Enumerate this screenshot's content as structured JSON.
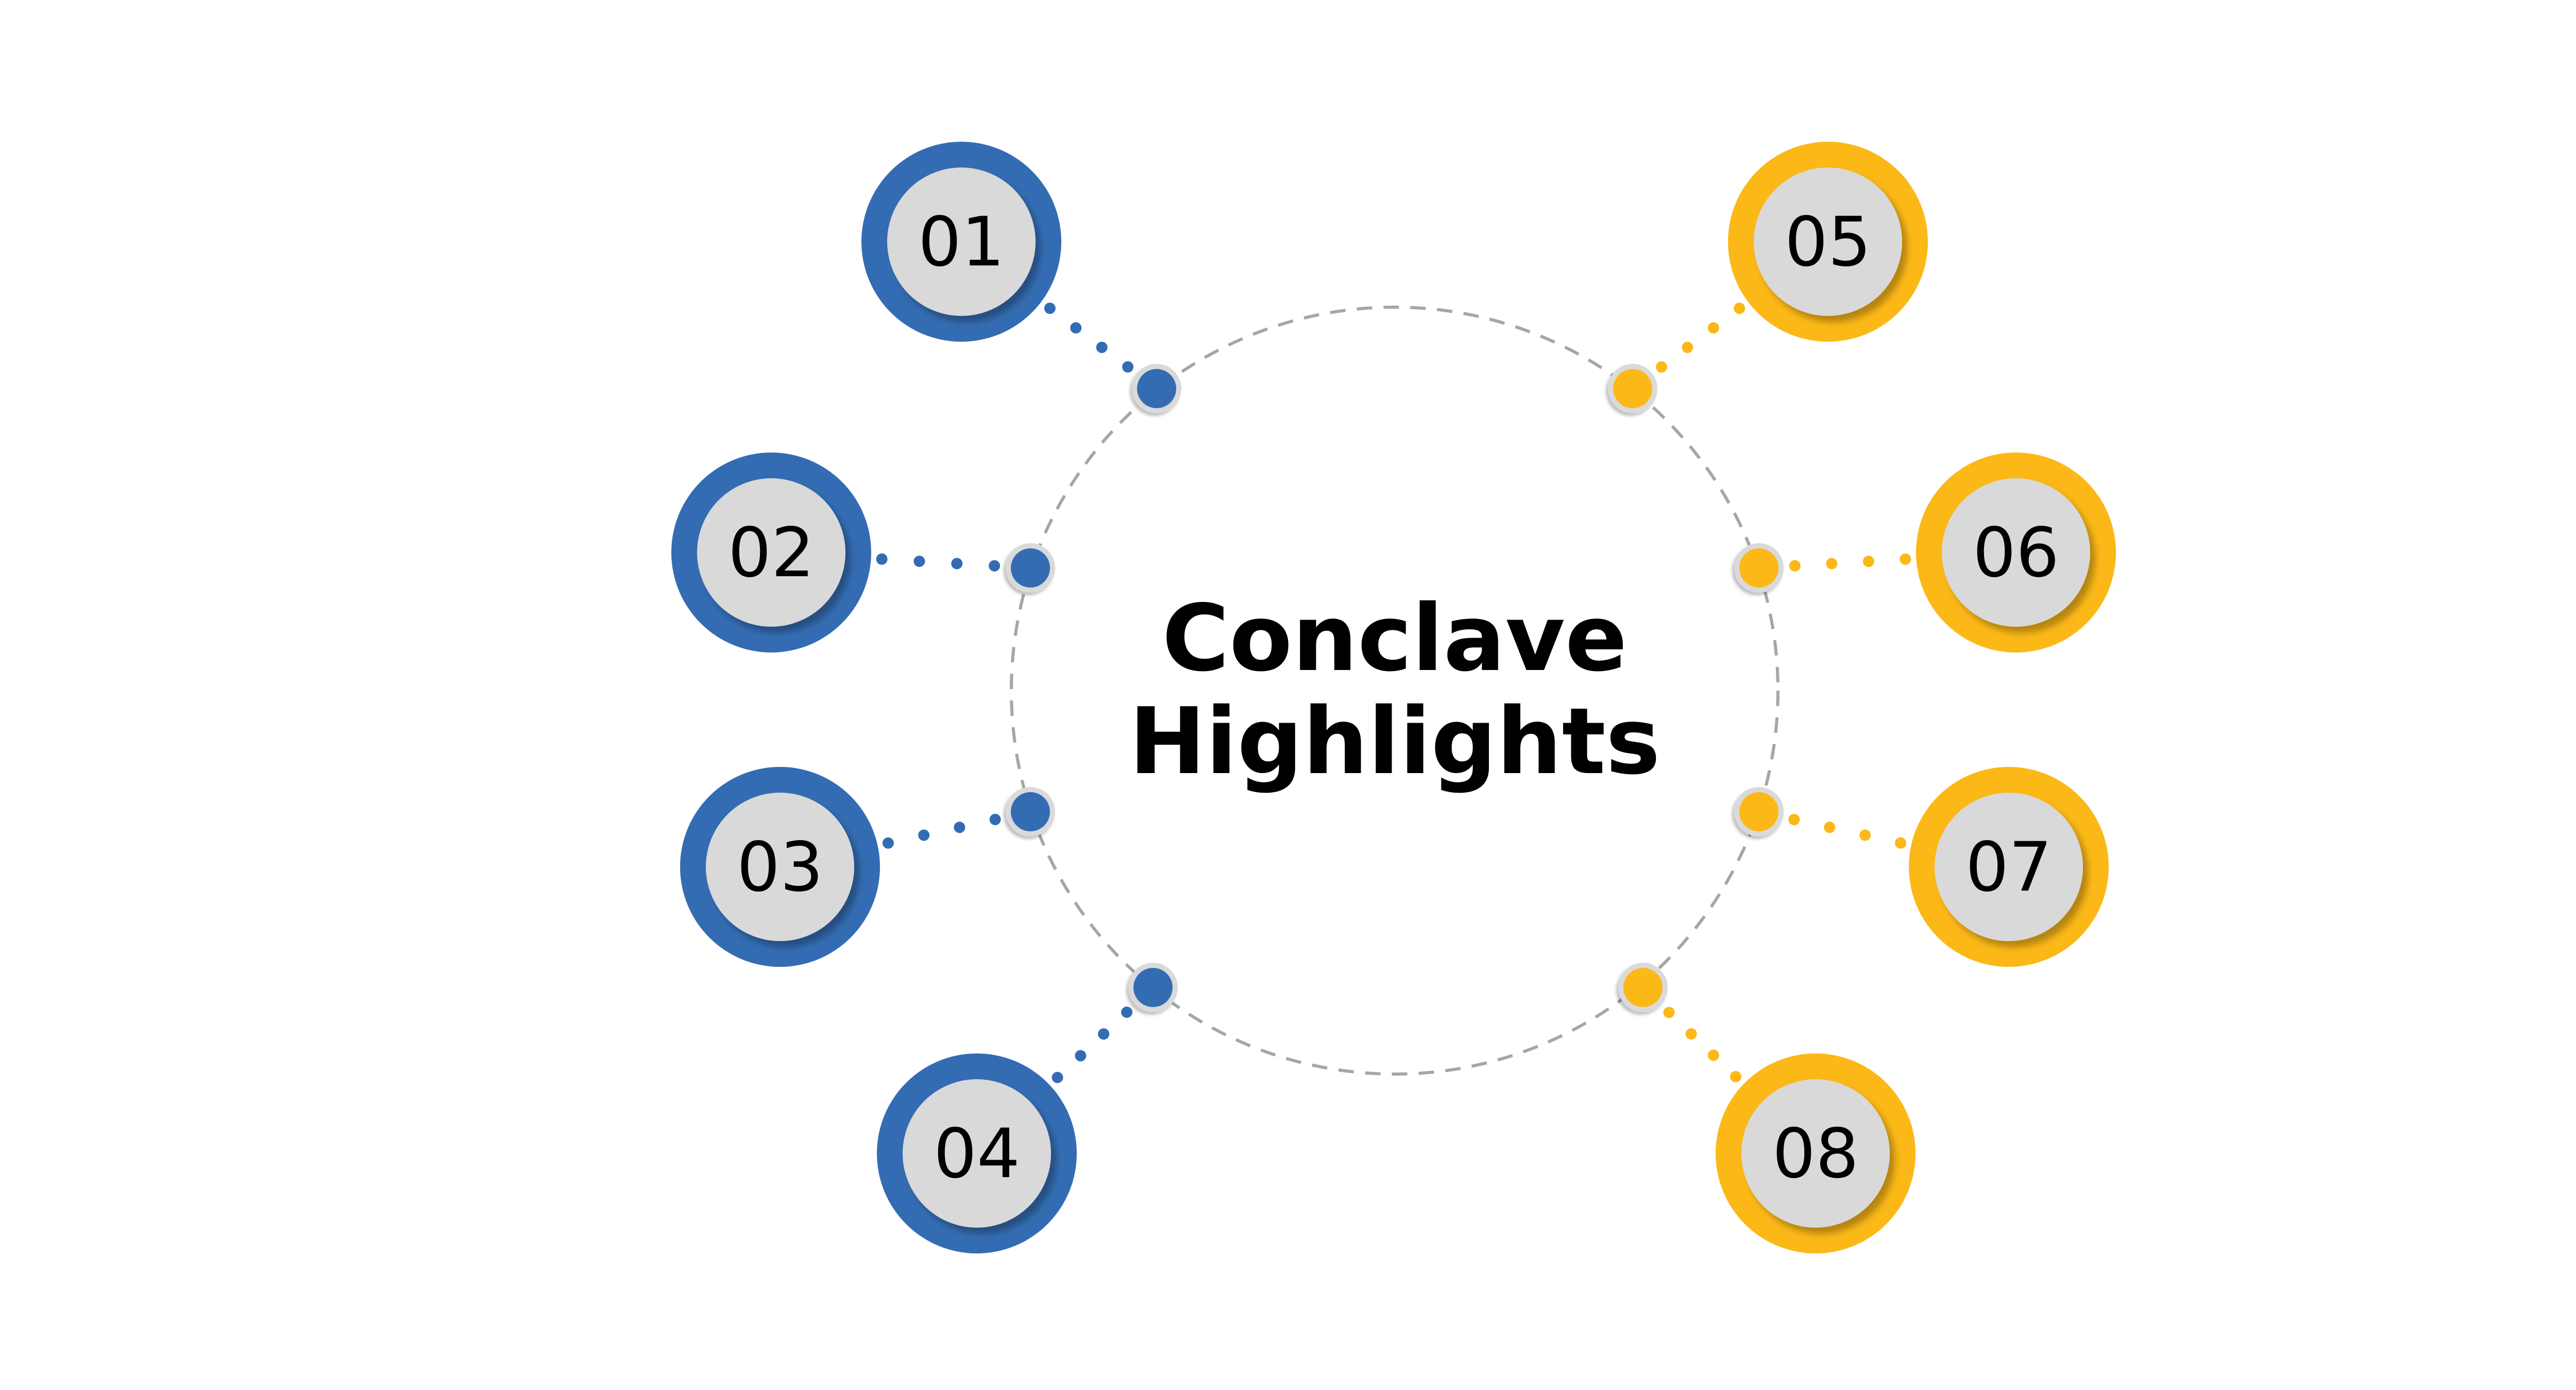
{
  "title": {
    "line1": "Conclave",
    "line2": "Highlights"
  },
  "colors": {
    "left": "#346CB3",
    "right": "#FBB817",
    "inner": "#D9D9D9",
    "ring": "#A6A6A6",
    "node_border": "#DADADA"
  },
  "items": [
    {
      "label": "01",
      "side": "left"
    },
    {
      "label": "02",
      "side": "left"
    },
    {
      "label": "03",
      "side": "left"
    },
    {
      "label": "04",
      "side": "left"
    },
    {
      "label": "05",
      "side": "right"
    },
    {
      "label": "06",
      "side": "right"
    },
    {
      "label": "07",
      "side": "right"
    },
    {
      "label": "08",
      "side": "right"
    }
  ]
}
